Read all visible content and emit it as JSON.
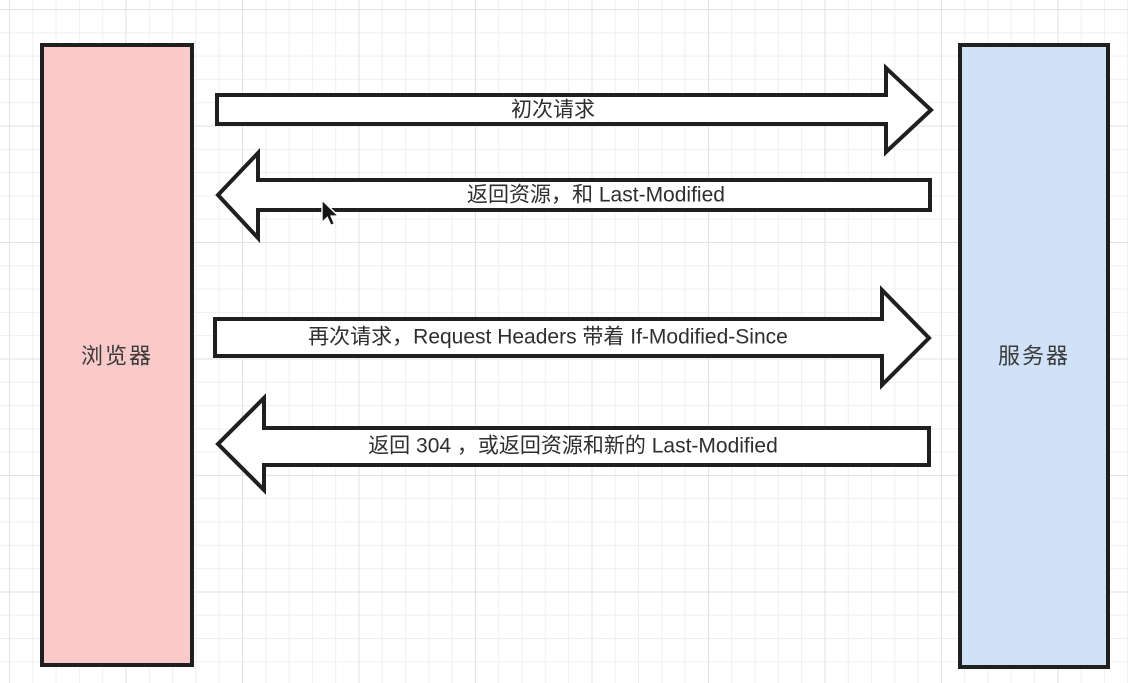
{
  "diagram": {
    "title_hint": "HTTP Last-Modified / If-Modified-Since cache flow",
    "actors": [
      {
        "id": "browser",
        "label": "浏览器",
        "fill": "#fac9c9"
      },
      {
        "id": "server",
        "label": "服务器",
        "fill": "#cfe2f8"
      }
    ],
    "messages": [
      {
        "from": "browser",
        "to": "server",
        "direction": "right",
        "label": "初次请求"
      },
      {
        "from": "server",
        "to": "browser",
        "direction": "left",
        "label": "返回资源，和 Last-Modified"
      },
      {
        "from": "browser",
        "to": "server",
        "direction": "right",
        "label": "再次请求，Request Headers 带着 If-Modified-Since"
      },
      {
        "from": "server",
        "to": "browser",
        "direction": "left",
        "label": "返回 304 ，或返回资源和新的 Last-Modified"
      }
    ],
    "colors": {
      "outline": "#1f1f1f",
      "arrow_fill": "#ffffff",
      "grid_minor": "#efefef",
      "grid_major": "#e2e2e2",
      "background": "#ffffff"
    }
  }
}
